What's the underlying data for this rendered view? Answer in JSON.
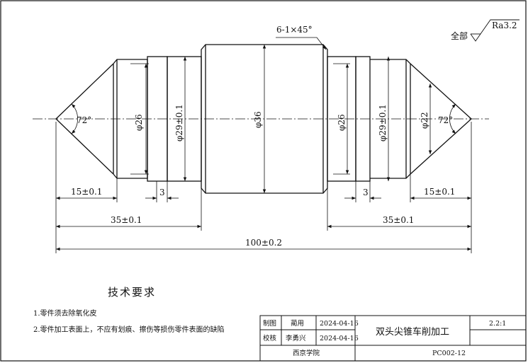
{
  "drawing": {
    "chamfer_note": "6-1×45°",
    "roughness": {
      "prefix": "全部",
      "value": "Ra3.2"
    },
    "dims": {
      "left_cone_angle": "72°",
      "right_cone_angle": "72°",
      "d26_left": "φ26",
      "d29_left": "φ29±0.1",
      "d36": "φ36",
      "d26_right": "φ26",
      "d29_right": "φ29±0.1",
      "d22": "φ22",
      "len15_left": "15±0.1",
      "len3_left": "3",
      "len3_right": "3",
      "len15_right": "15±0.1",
      "len35_left": "35±0.1",
      "len35_right": "35±0.1",
      "len100": "100±0.2"
    }
  },
  "tech_requirements": {
    "title": "技术要求",
    "items": [
      "1.零件须去除氧化皮",
      "2.零件加工表面上，不应有划痕、擦伤等损伤零件表面的缺陷"
    ]
  },
  "title_block": {
    "row1": {
      "role": "制图",
      "name": "蔺用",
      "date": "2024-04-16"
    },
    "row2": {
      "role": "校核",
      "name": "李勇兴",
      "date": "2024-04-16"
    },
    "part_name": "双头尖锥车削加工",
    "scale": "2.2:1",
    "school": "西京学院",
    "drawing_no": "PC002-12"
  }
}
